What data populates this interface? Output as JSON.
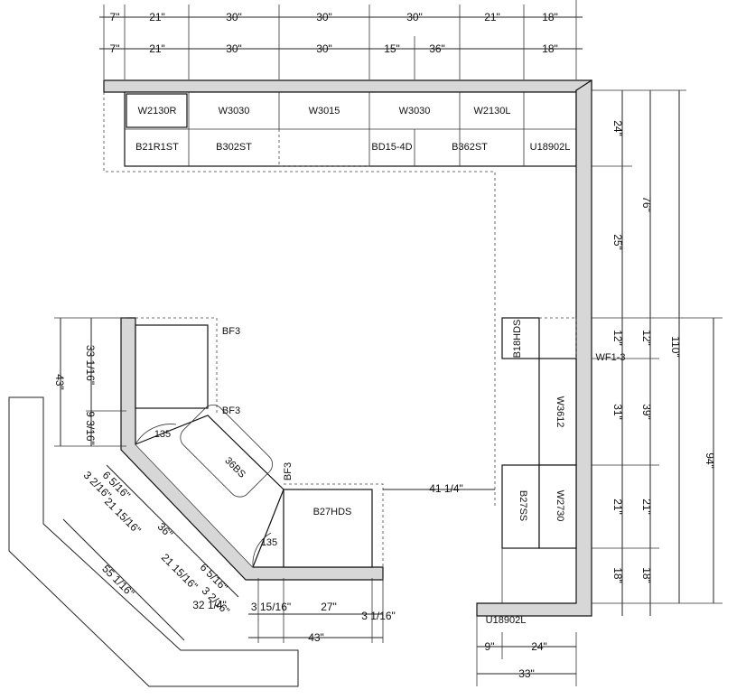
{
  "top_dims_row1": [
    "7\"",
    "21\"",
    "30\"",
    "30\"",
    "30\"",
    "21\"",
    "18\""
  ],
  "top_dims_row2": [
    "7\"",
    "21\"",
    "30\"",
    "30\"",
    "15\"",
    "36\"",
    "18\""
  ],
  "wall_cabinets": [
    "W2130R",
    "W3030",
    "W3015",
    "W3030",
    "W2130L"
  ],
  "base_cabinets": [
    "B21R1ST",
    "B302ST",
    "BD15-4D",
    "B362ST",
    "U18902L"
  ],
  "right_vertical_dims": [
    "24\"",
    "25\"",
    "76\"",
    "12\"",
    "12\"",
    "110\"",
    "31\"",
    "39\"",
    "21\"",
    "21\"",
    "18\"",
    "18\"",
    "94\""
  ],
  "right_run": {
    "wall_filler": "WF1-3",
    "dishwasher": "B18HDS",
    "wall_cabinet": "W3612",
    "sink_base": "B27SS",
    "wall_30": "W2730",
    "corner": "U18902L"
  },
  "bottom_dims": [
    "9\"",
    "24\"",
    "33\""
  ],
  "island": {
    "bf_top": "BF3",
    "bf_mid": "BF3",
    "bf_right": "BF3",
    "sink": "36BS",
    "drawer_base": "B27HDS",
    "angle_a": "135",
    "angle_b": "135"
  },
  "left_dims": [
    "43\"",
    "33 1/16\"",
    "9 3/16\"",
    "3 2/16\"",
    "6 5/16\"",
    "21 15/16\"",
    "36\"",
    "21 15/16\"",
    "6 5/16\"",
    "3 2/16\"",
    "55 1/16\"",
    "41 1/4\""
  ],
  "island_bottom_dims": [
    "32 1/4\"",
    "3 15/16\"",
    "27\"",
    "3 1/16\"",
    "43\""
  ]
}
